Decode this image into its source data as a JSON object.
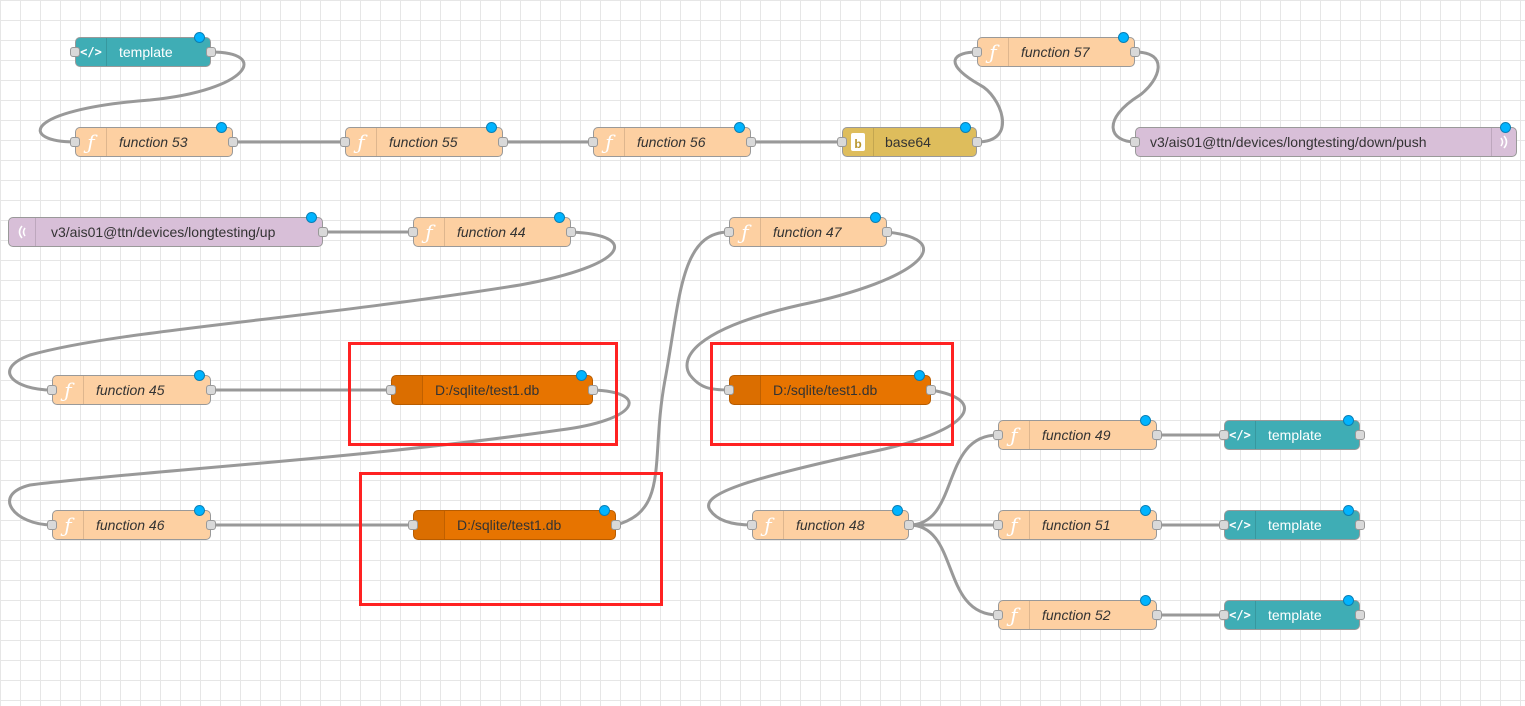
{
  "palette": {
    "function": "#fdd0a2",
    "template": "#3fadb5",
    "mqtt": "#d8bfd8",
    "base64": "#debd5c",
    "sqlite": "#e77400",
    "wire": "#999999",
    "highlight": "#ff2222",
    "changed_dot": "#00b4ff"
  },
  "icons": {
    "function": "function-icon",
    "template": "template-code-icon",
    "mqtt": "mqtt-broadcast-icon",
    "base64": "base64-icon",
    "sqlite": "database-icon"
  },
  "nodes": {
    "tpl_top": {
      "label": "template"
    },
    "fn53": {
      "label": "function 53"
    },
    "fn55": {
      "label": "function 55"
    },
    "fn56": {
      "label": "function 56"
    },
    "b64": {
      "label": "base64"
    },
    "fn57": {
      "label": "function 57"
    },
    "mqtt_down": {
      "label": "v3/ais01@ttn/devices/longtesting/down/push"
    },
    "mqtt_up": {
      "label": "v3/ais01@ttn/devices/longtesting/up"
    },
    "fn44": {
      "label": "function 44"
    },
    "fn47": {
      "label": "function 47"
    },
    "fn45": {
      "label": "function 45"
    },
    "db1": {
      "label": "D:/sqlite/test1.db"
    },
    "db2": {
      "label": "D:/sqlite/test1.db"
    },
    "fn46": {
      "label": "function 46"
    },
    "db3": {
      "label": "D:/sqlite/test1.db"
    },
    "fn48": {
      "label": "function 48"
    },
    "fn49": {
      "label": "function 49"
    },
    "fn51": {
      "label": "function 51"
    },
    "fn52": {
      "label": "function 52"
    },
    "tpl49": {
      "label": "template"
    },
    "tpl51": {
      "label": "template"
    },
    "tpl52": {
      "label": "template"
    }
  }
}
